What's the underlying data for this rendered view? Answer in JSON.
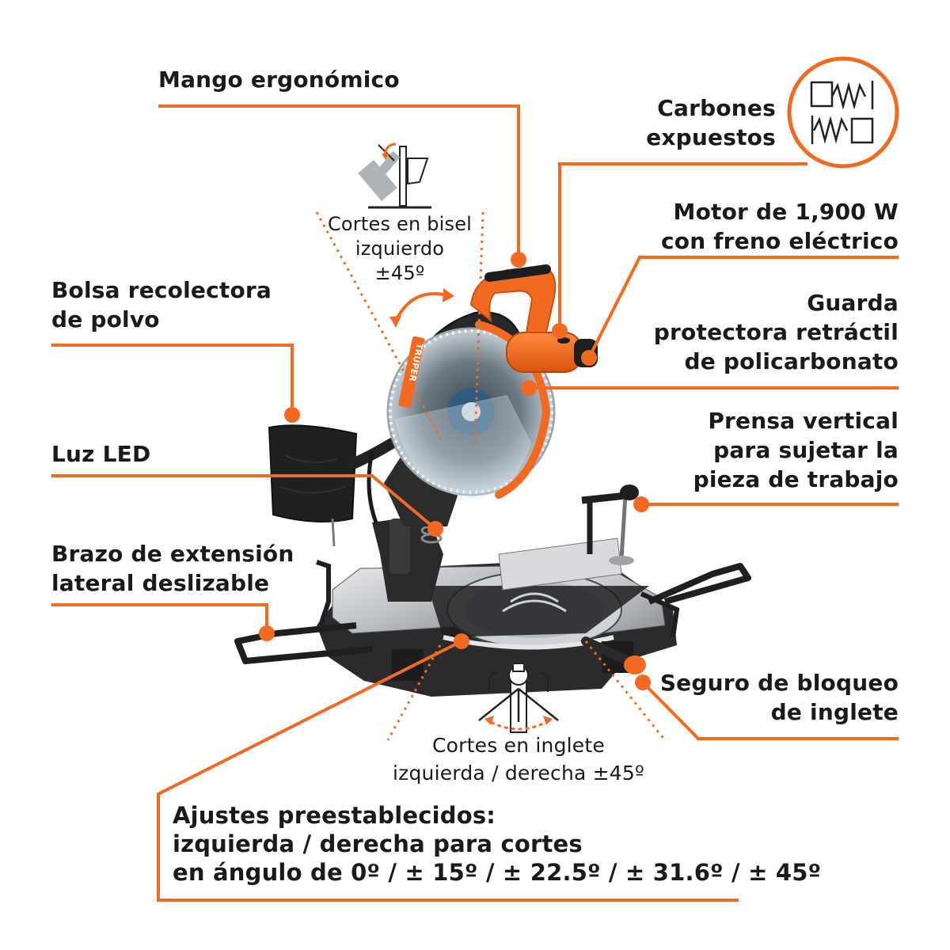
{
  "accent_color": "#F26A21",
  "labels": {
    "mango": "Mango ergonómico",
    "carbones": [
      "Carbones",
      "expuestos"
    ],
    "motor": [
      "Motor de 1,900 W",
      "con freno eléctrico"
    ],
    "guarda": [
      "Guarda",
      "protectora retráctil",
      "de policarbonato"
    ],
    "prensa": [
      "Prensa vertical",
      "para sujetar la",
      "pieza de trabajo"
    ],
    "bolsa": [
      "Bolsa recolectora",
      "de polvo"
    ],
    "luz": "Luz LED",
    "brazo": [
      "Brazo de extensión",
      "lateral deslizable"
    ],
    "seguro": [
      "Seguro de bloqueo",
      "de inglete"
    ],
    "bisel": [
      "Cortes en bisel",
      "izquierdo",
      "±45º"
    ],
    "inglete": [
      "Cortes en inglete",
      "izquierda / derecha ±45º"
    ],
    "ajustes": [
      "Ajustes preestablecidos:",
      "izquierda / derecha para cortes",
      "en ángulo de 0º / ± 15º / ± 22.5º / ± 31.6º / ± 45º"
    ]
  },
  "product": {
    "brand_mark": "TRUPER",
    "icons": [
      "brush-spring-icon",
      "bevel-cut-icon",
      "miter-cut-icon"
    ]
  }
}
